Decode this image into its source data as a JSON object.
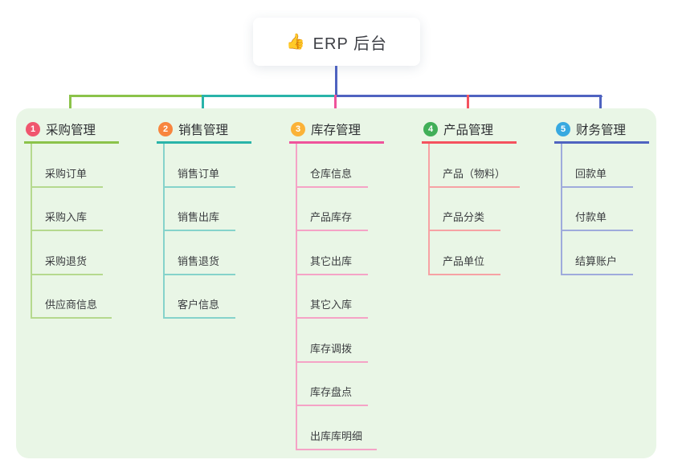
{
  "root": {
    "emoji": "👍",
    "icon": "thumbs-up-icon",
    "title": "ERP 后台"
  },
  "panel": {
    "background": "#e9f6e6"
  },
  "connectors": {
    "stem_color": "#4f63c0"
  },
  "branches": [
    {
      "badge": "1",
      "label": "采购管理",
      "color": "#8bc34a",
      "light_color": "#b5d98e",
      "badge_color": "#f0566e",
      "children": [
        "采购订单",
        "采购入库",
        "采购退货",
        "供应商信息"
      ]
    },
    {
      "badge": "2",
      "label": "销售管理",
      "color": "#29b4a9",
      "light_color": "#85d3cb",
      "badge_color": "#f8853e",
      "children": [
        "销售订单",
        "销售出库",
        "销售退货",
        "客户信息"
      ]
    },
    {
      "badge": "3",
      "label": "库存管理",
      "color": "#ef539b",
      "light_color": "#f5a3c6",
      "badge_color": "#fbb237",
      "children": [
        "仓库信息",
        "产品库存",
        "其它出库",
        "其它入库",
        "库存调拨",
        "库存盘点",
        "出库库明细"
      ]
    },
    {
      "badge": "4",
      "label": "产品管理",
      "color": "#f4525e",
      "light_color": "#f7a2a4",
      "badge_color": "#41af58",
      "children": [
        "产品（物料）",
        "产品分类",
        "产品单位"
      ]
    },
    {
      "badge": "5",
      "label": "财务管理",
      "color": "#4f63c0",
      "light_color": "#9fabdc",
      "badge_color": "#38a9e0",
      "children": [
        "回款单",
        "付款单",
        "结算账户"
      ]
    }
  ]
}
